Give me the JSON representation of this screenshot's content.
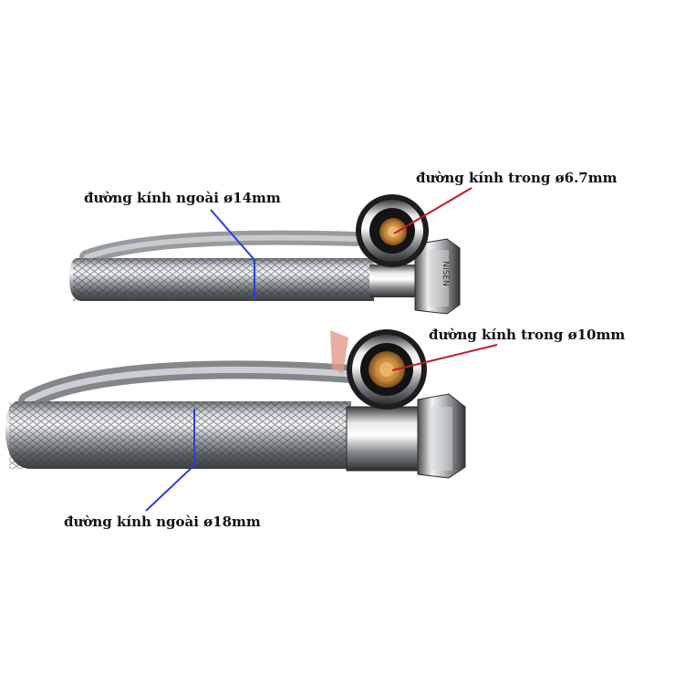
{
  "annotations": {
    "top_outer": "đường kính ngoài ø14mm",
    "top_inner": "đường kính trong ø6.7mm",
    "bottom_inner": "đường kính trong ø10mm",
    "bottom_outer": "đường kính ngoài ø18mm"
  },
  "fitting_marking": "NISEN",
  "colors": {
    "background": "#ffffff",
    "outer_marker": "#2a3fd6",
    "inner_marker": "#c21a2a",
    "brass": "#c98a3c"
  }
}
